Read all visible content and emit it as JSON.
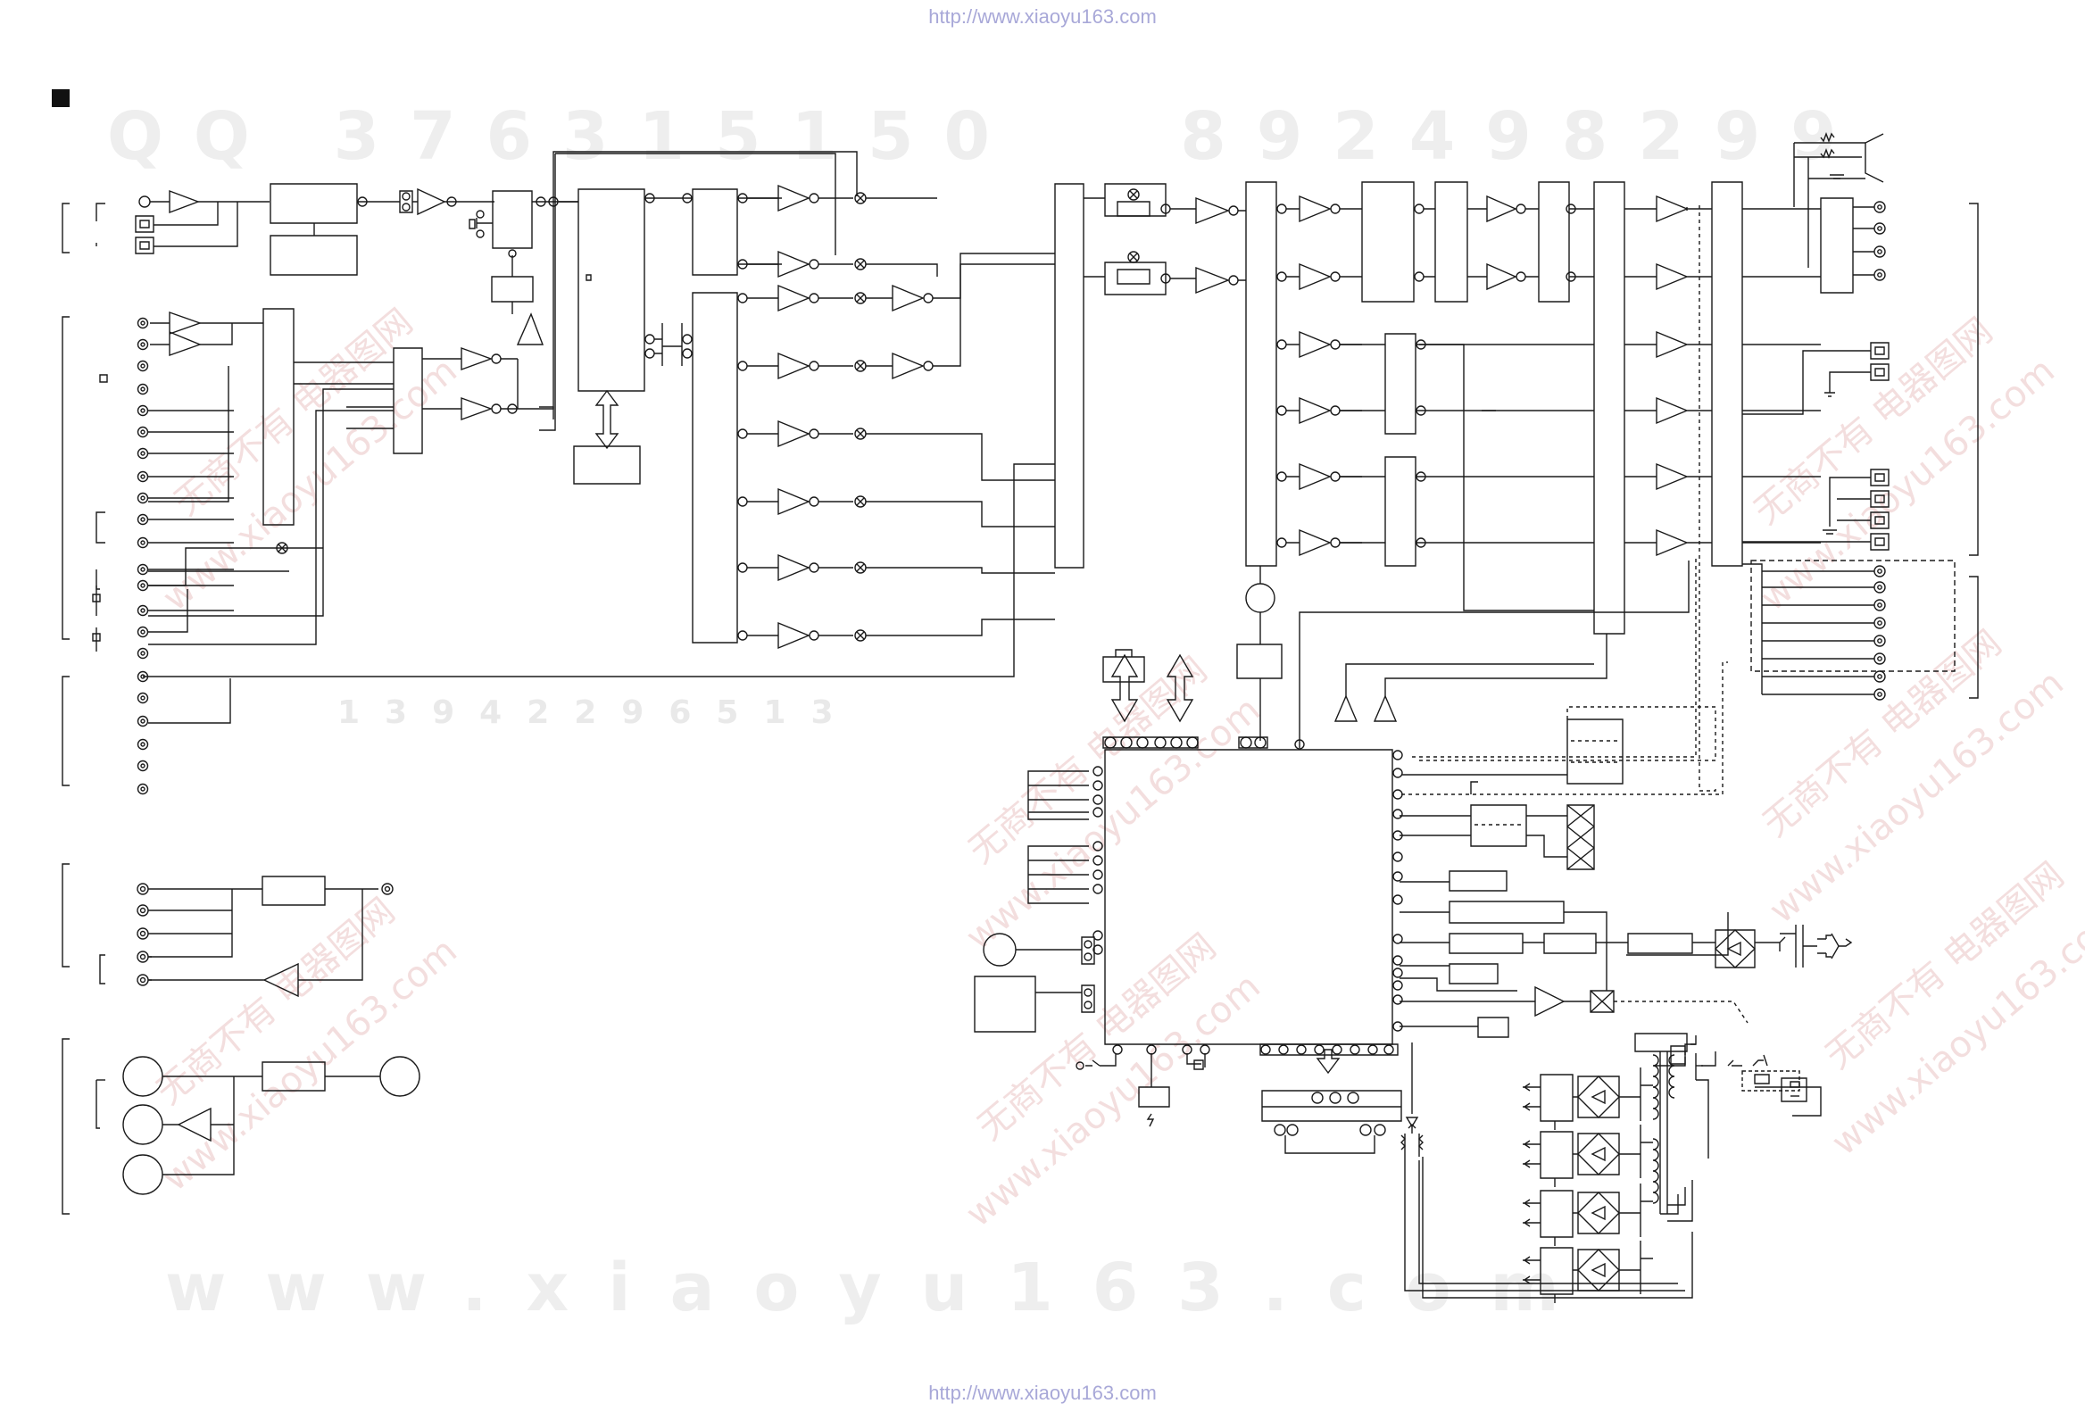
{
  "header_url": "http://www.xiaoyu163.com",
  "footer_url": "http://www.xiaoyu163.com",
  "watermarks": {
    "qq_top": "QQ 376315150   892498299",
    "qq_mid": "13942296513",
    "site_bottom": "www.xiaoyu163.com",
    "cn_text": "无商不有 电器图网",
    "site_diag": "www.xiaoyu163.com"
  },
  "colors": {
    "line": "#1a1a1a",
    "url": "#a8a8d8",
    "watermark": "#eeeeee"
  }
}
